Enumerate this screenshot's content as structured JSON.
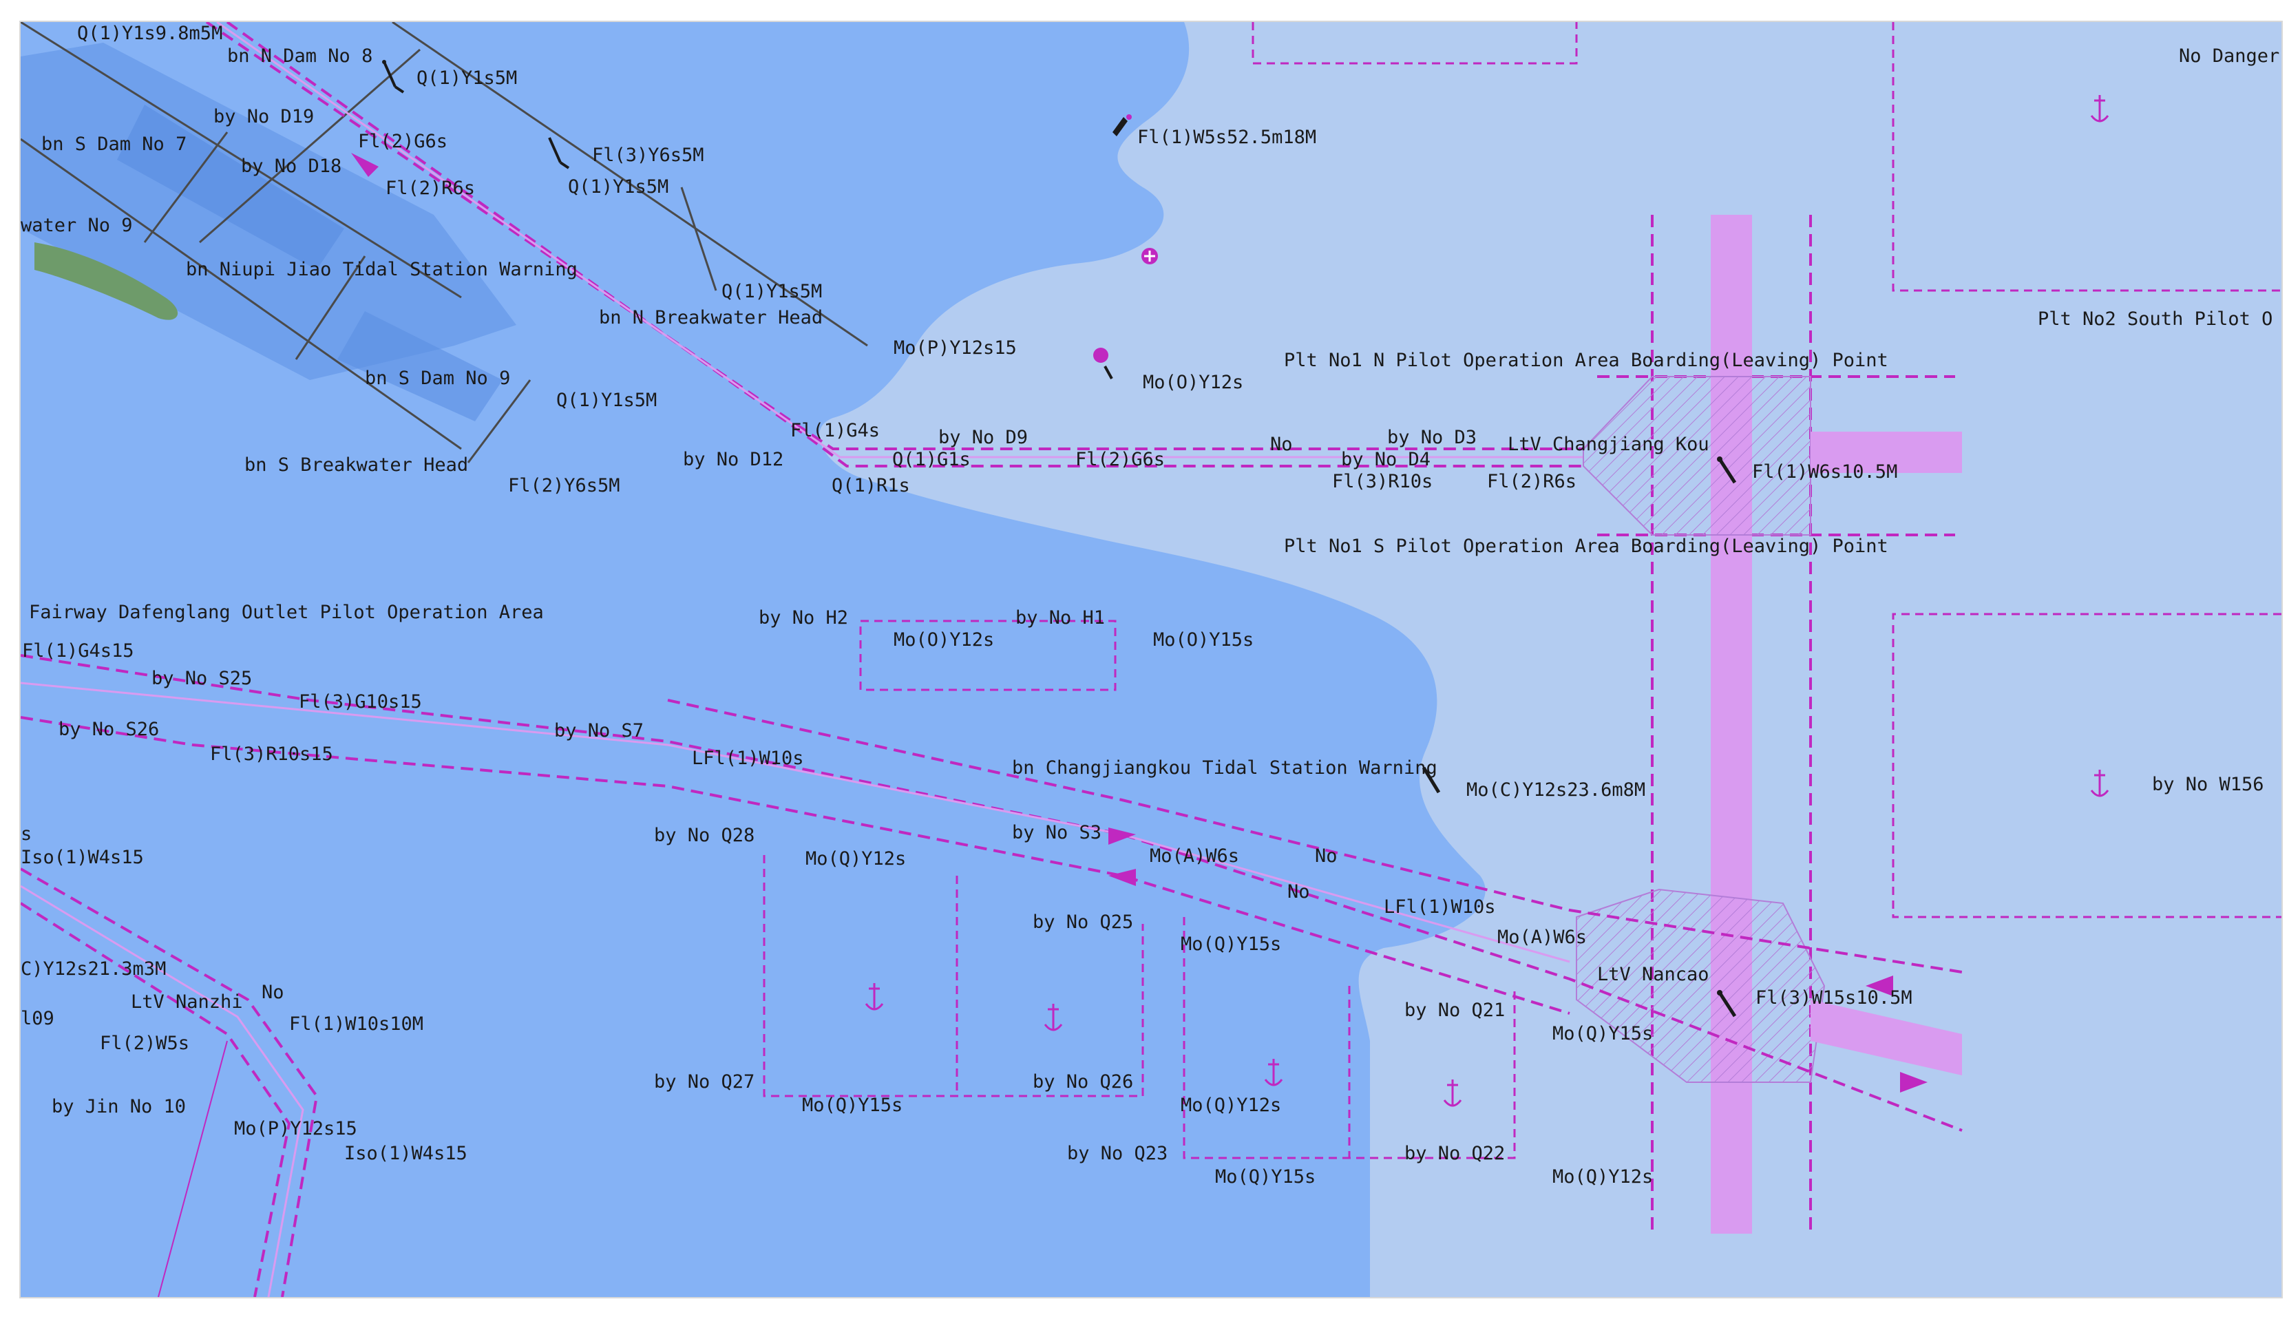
{
  "colors": {
    "shallow_water": "#85b2f5",
    "deep_water": "#b3ccf1",
    "mid_water": "#6fa0ec",
    "dam_water": "#5b8fe3",
    "land_green": "#6e9b6a",
    "magenta": "#c028c0",
    "pink_band": "#d99bf0",
    "dark_line": "#4a4a4a",
    "label": "#1a1a1a"
  },
  "icons": {
    "beacon": "beacon-icon",
    "buoy": "buoy-icon",
    "anchorage": "anchor-icon",
    "lighthouse": "lighthouse-icon",
    "pilot": "pilot-station-icon",
    "wreck": "danger-icon",
    "tidal_station": "tidal-station-icon",
    "traffic_arrow": "traffic-direction-arrow-icon"
  },
  "labels": {
    "q_y1s9_8m5m": "Q(1)Y1s9.8m5M",
    "bn_n_dam_8": "bn N Dam No 8",
    "q_y1s5m_a": "Q(1)Y1s5M",
    "no_danger": "No Danger",
    "fl_w5s52": "Fl(1)W5s52.5m18M",
    "by_no_d19": "by No D19",
    "fl2_g6s_a": "Fl(2)G6s",
    "bn_s_dam_7": "bn S Dam No 7",
    "by_no_d18": "by No D18",
    "fl2_r6s_a": "Fl(2)R6s",
    "fl3_y6s5m": "Fl(3)Y6s5M",
    "q_y1s5m_b": "Q(1)Y1s5M",
    "water_no_9": "water No 9",
    "bn_niupi": "bn Niupi Jiao Tidal Station Warning",
    "q_y1s5m_c": "Q(1)Y1s5M",
    "bn_n_breakwater": "bn N Breakwater Head",
    "mo_p_y12s15_a": "Mo(P)Y12s15",
    "mo_o_y12s_a": "Mo(O)Y12s",
    "plt_no1_n": "Plt No1 N Pilot Operation Area Boarding(Leaving) Point",
    "plt_no2_s": "Plt No2 South Pilot O",
    "bn_s_dam_9": "bn S Dam No 9",
    "q_y1s5m_d": "Q(1)Y1s5M",
    "fl_g4s": "Fl(1)G4s",
    "by_no_d9": "by No D9",
    "by_no_d3": "by No D3",
    "ltv_changjiang": "LtV Changjiang Kou",
    "bn_s_breakwater": "bn S Breakwater Head",
    "fl2_y6s5m": "Fl(2)Y6s5M",
    "by_no_d12": "by No D12",
    "q_g1s": "Q(1)G1s",
    "fl2_g6s_b": "Fl(2)G6s",
    "no_a": "No",
    "by_no_d4": "by No D4",
    "fl1_w6s10": "Fl(1)W6s10.5M",
    "q_r1s": "Q(1)R1s",
    "fl3_r10s": "Fl(3)R10s",
    "fl2_r6s_b": "Fl(2)R6s",
    "plt_no1_s": "Plt No1 S Pilot Operation Area Boarding(Leaving) Point",
    "fairway": "Fairway Dafenglang Outlet Pilot Operation Area",
    "by_no_h2": "by No H2",
    "by_no_h1": "by No H1",
    "mo_o_y12s_b": "Mo(O)Y12s",
    "mo_o_y15s": "Mo(O)Y15s",
    "fl_g4s15": "Fl(1)G4s15",
    "by_no_s25": "by No S25",
    "fl3_g10s15": "Fl(3)G10s15",
    "by_no_s26": "by No S26",
    "fl3_r10s15": "Fl(3)R10s15",
    "by_no_s7": "by No S7",
    "lfl_w10s_a": "LFl(1)W10s",
    "bn_changjiangkou": "bn Changjiangkou Tidal Station Warning",
    "mo_c_y12s23": "Mo(C)Y12s23.6m8M",
    "by_no_w156": "by No W156",
    "s_edge": "s",
    "iso_w4s15_a": "Iso(1)W4s15",
    "by_no_q28": "by No Q28",
    "mo_q_y12s_a": "Mo(Q)Y12s",
    "by_no_s3": "by No S3",
    "mo_a_w6s_a": "Mo(A)W6s",
    "no_b": "No",
    "no_c": "No",
    "lfl_w10s_b": "LFl(1)W10s",
    "by_no_q25": "by No Q25",
    "mo_q_y15s_a": "Mo(Q)Y15s",
    "mo_a_w6s_b": "Mo(A)W6s",
    "c_y12s21": "C)Y12s21.3m3M",
    "no_d": "No",
    "ltv_nanzhi": "LtV Nanzhi",
    "fl1_w10s10m": "Fl(1)W10s10M",
    "ltv_nancao": "LtV Nancao",
    "fl3_w15s": "Fl(3)W15s10.5M",
    "n09": "l09",
    "fl2_w5s": "Fl(2)W5s",
    "by_no_q21": "by No Q21",
    "mo_q_y15s_b": "Mo(Q)Y15s",
    "by_no_q27": "by No Q27",
    "mo_q_y15s_c": "Mo(Q)Y15s",
    "by_no_q26": "by No Q26",
    "mo_q_y12s_b": "Mo(Q)Y12s",
    "by_jin_no_10": "by Jin No 10",
    "mo_p_y12s15_b": "Mo(P)Y12s15",
    "iso_w4s15_b": "Iso(1)W4s15",
    "by_no_q23": "by No Q23",
    "mo_q_y15s_d": "Mo(Q)Y15s",
    "by_no_q22": "by No Q22",
    "mo_q_y12s_c": "Mo(Q)Y12s"
  }
}
